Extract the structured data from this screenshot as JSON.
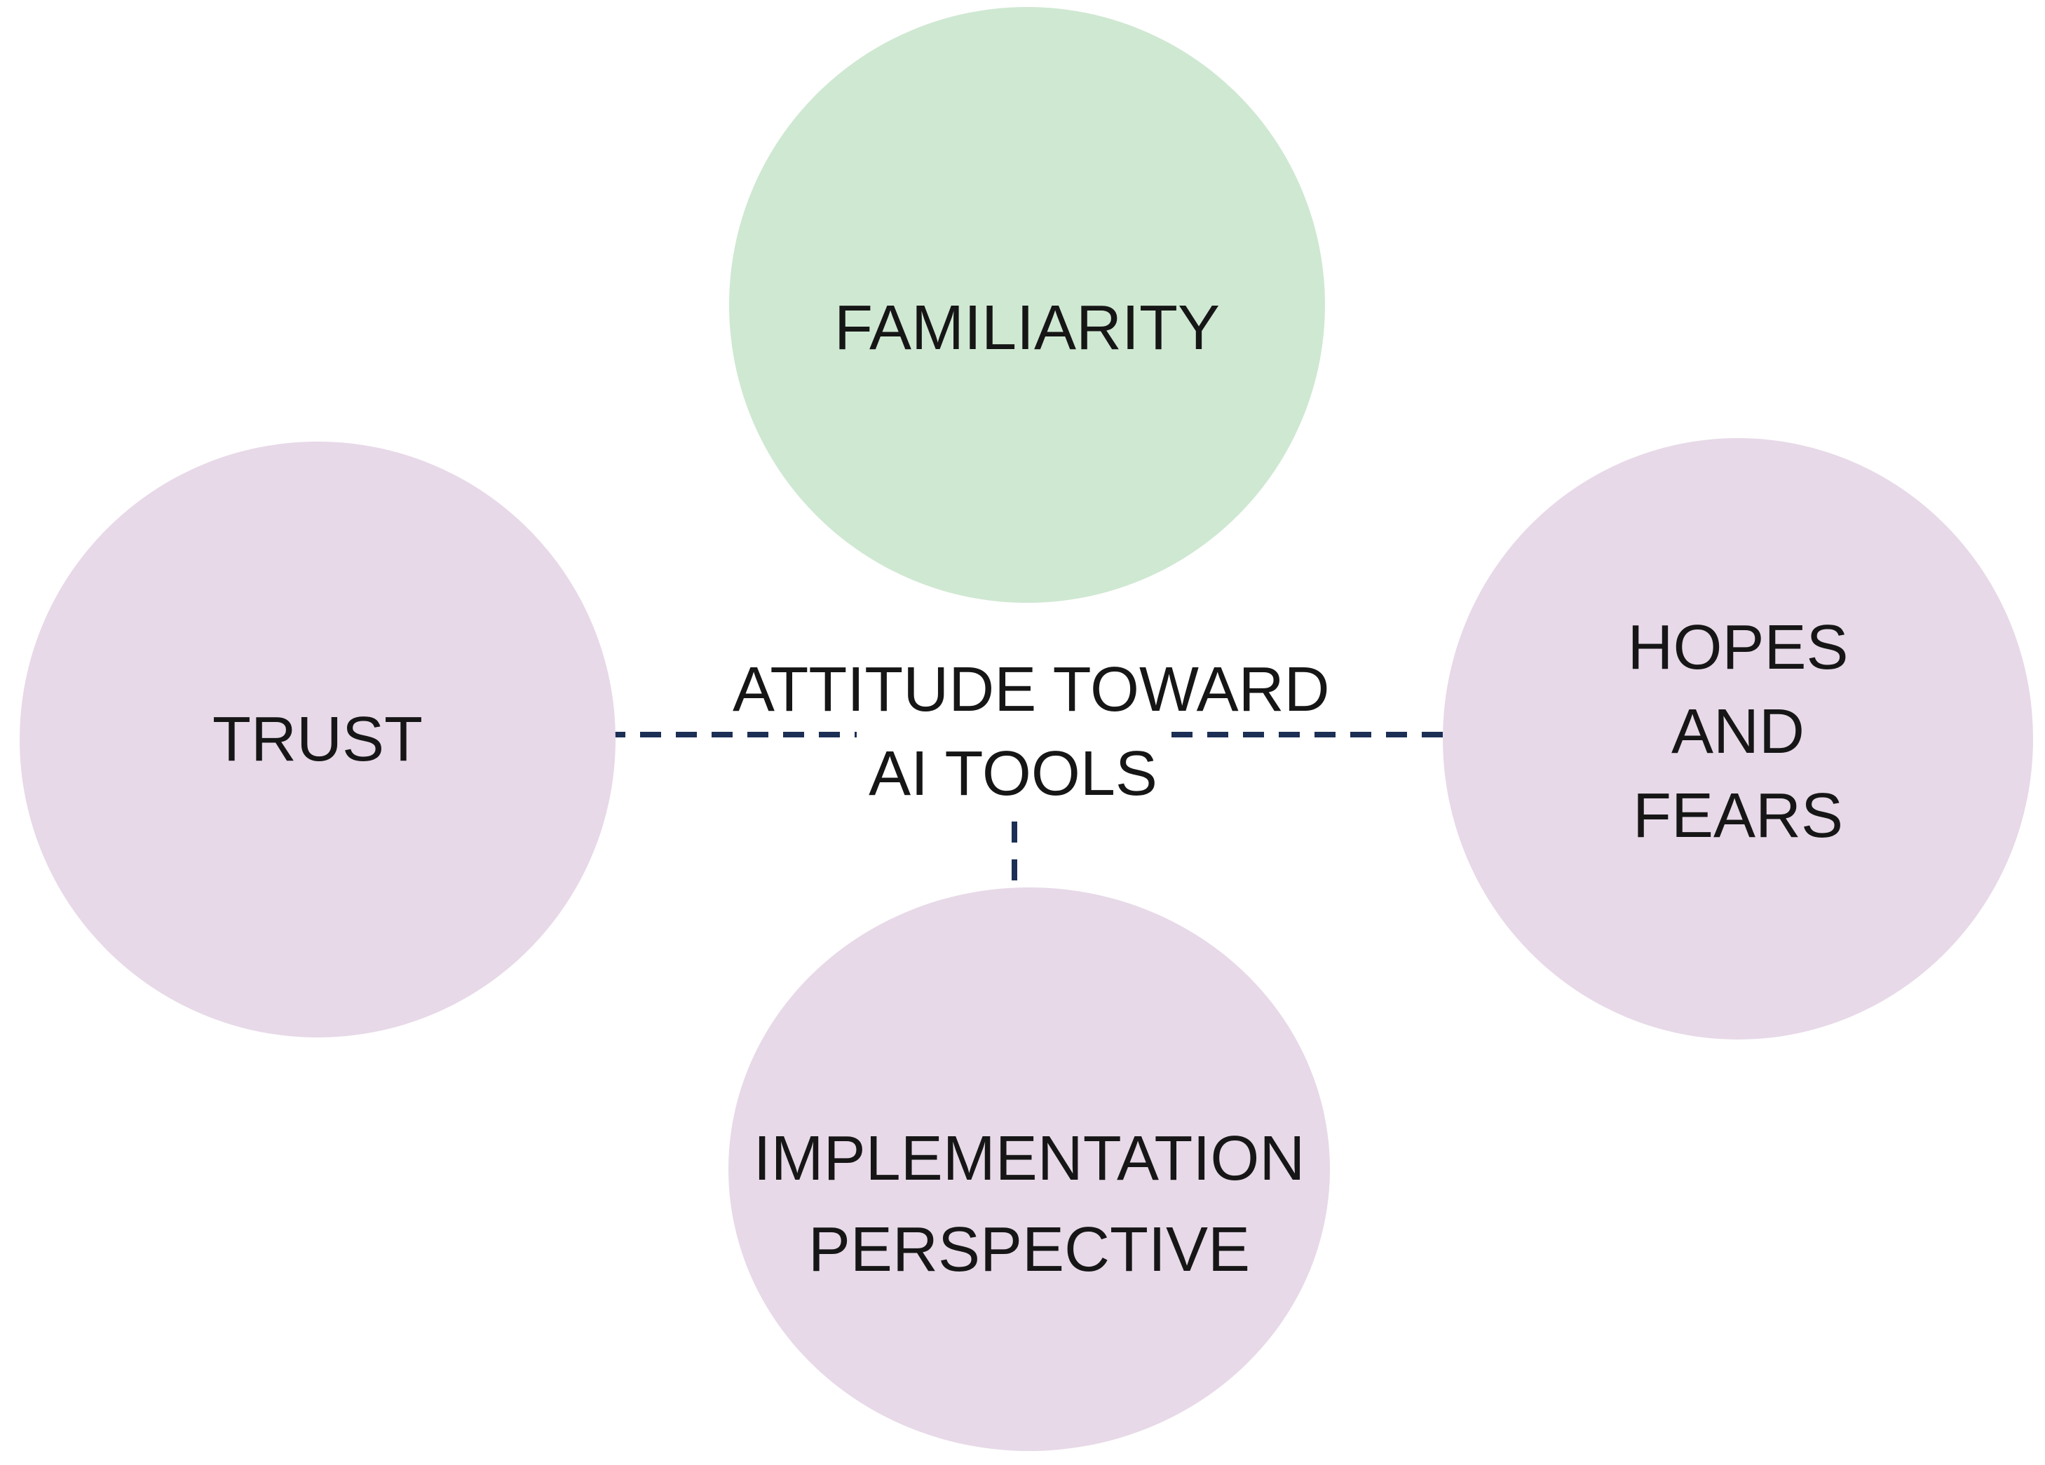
{
  "diagram": {
    "title_implied": "Attitude toward AI tools - influencing factors",
    "background_color": "#ffffff",
    "text_color": "#161616",
    "connector_color": "#1c2f55",
    "connector_style": "dashed",
    "center_label": {
      "line1": "ATTITUDE TOWARD",
      "line2": "AI TOOLS"
    },
    "nodes": {
      "familiarity": {
        "label": "FAMILIARITY",
        "fill": "#cfe8d2"
      },
      "trust": {
        "label": "TRUST",
        "fill": "#e7d9e8"
      },
      "hopes_and_fears": {
        "line1": "HOPES",
        "line2": "AND",
        "line3": "FEARS",
        "fill": "#e7d9e8"
      },
      "implementation_perspective": {
        "line1": "IMPLEMENTATION",
        "line2": "PERSPECTIVE",
        "fill": "#e7d9e8"
      }
    },
    "connectors": [
      {
        "from": "center",
        "to": "trust",
        "style": "dashed"
      },
      {
        "from": "center",
        "to": "hopes_and_fears",
        "style": "dashed"
      },
      {
        "from": "center",
        "to": "implementation_perspective",
        "style": "dashed"
      }
    ]
  }
}
